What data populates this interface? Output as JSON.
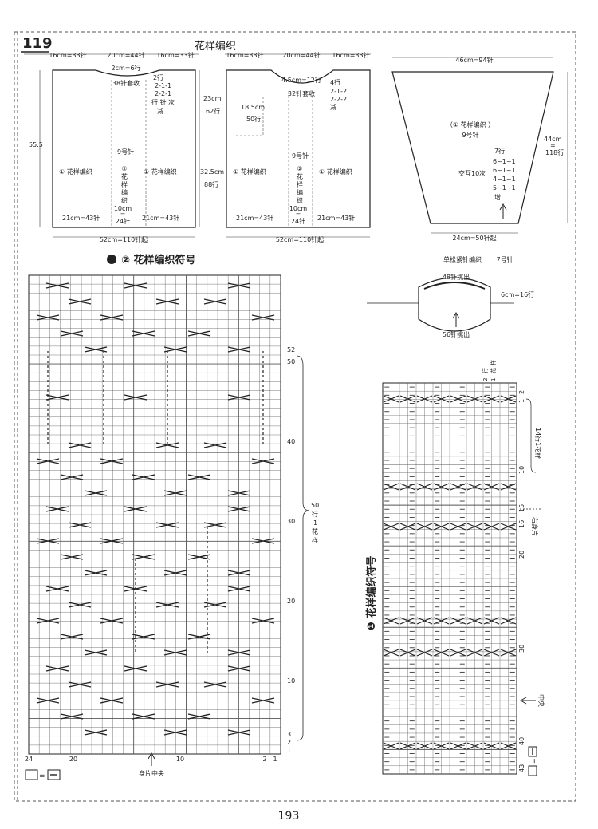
{
  "page": {
    "pattern_number": "119",
    "title": "花样编织",
    "page_number": "193"
  },
  "back_piece": {
    "top_left": "16cm=33针",
    "top_mid": "20cm=44针",
    "top_right": "16cm=33针",
    "neck_drop": "2cm=6行",
    "neck_bind": "38针套收",
    "shoulder_seq": [
      "2行",
      "2-1-1",
      "2-2-1",
      "行 针 次",
      "减"
    ],
    "side_height": "55.5",
    "right_armhole_a": "23cm",
    "right_armhole_b": "62行",
    "right_lower_a": "32.5cm",
    "right_lower_b": "88行",
    "left_pattern": "① 花样编织",
    "needle": "9号针",
    "center_pattern": [
      "②",
      "花",
      "样",
      "编",
      "织"
    ],
    "center_width_a": "10cm",
    "center_width_eq": "=",
    "center_width_b": "24针",
    "right_pattern": "① 花样编织",
    "bottom_left": "21cm=43针",
    "bottom_right": "21cm=43针",
    "bottom_total": "52cm=110针起"
  },
  "front_piece": {
    "top_left": "16cm=33针",
    "top_mid": "20cm=44针",
    "top_right": "16cm=33针",
    "neck_drop": "4.5cm=12行",
    "neck_bind": "32针套收",
    "shoulder_seq": [
      "4行",
      "2-1-2",
      "2-2-2",
      "减"
    ],
    "inner_a": "18.5cm",
    "inner_b": "50行",
    "left_pattern": "① 花样编织",
    "needle": "9号针",
    "center_pattern": [
      "②",
      "花",
      "样",
      "编",
      "织"
    ],
    "center_width_a": "10cm",
    "center_width_eq": "=",
    "center_width_b": "24针",
    "right_pattern": "① 花样编织",
    "bottom_left": "21cm=43针",
    "bottom_right": "21cm=43针",
    "bottom_total": "52cm=110针起"
  },
  "sleeve": {
    "top": "46cm=94针",
    "right_a": "44cm",
    "right_eq": "=",
    "right_b": "118行",
    "pattern": "（①  花样编织  ）",
    "needle": "9号针",
    "inc_header": "7行",
    "inc_seq": [
      "6~1~1",
      "6~1~1",
      "4~1~1",
      "5~1~1"
    ],
    "alt_label": "交互10次",
    "increase": "增",
    "bottom": "24cm=50针起"
  },
  "collar": {
    "stitch_label": "单松紧针编织",
    "needle": "7号针",
    "top_pickup": "48针挑出",
    "side": "6cm=16行",
    "bottom_pickup": "56针挑出"
  },
  "chart2": {
    "title": "② 花样编织符号",
    "row_labels": [
      "52",
      "50",
      "40",
      "30",
      "20",
      "10",
      "3",
      "2",
      "1"
    ],
    "col_labels": [
      "24",
      "20",
      "10",
      "2",
      "1"
    ],
    "repeat_label": [
      "50",
      "行",
      "1",
      "花",
      "样"
    ],
    "center_label": "身片中央",
    "legend_eq": "="
  },
  "chart1": {
    "title": "❶ 花样编织符号",
    "top_note": [
      "2",
      "行",
      "1",
      "花",
      "样"
    ],
    "right_numbers": [
      "2",
      "1",
      "10",
      "15",
      "16",
      "20",
      "30",
      "40",
      "43"
    ],
    "repeat_note": "14行1花样",
    "side_label": "右身片",
    "center_label": "中央",
    "legend_eq": "="
  }
}
